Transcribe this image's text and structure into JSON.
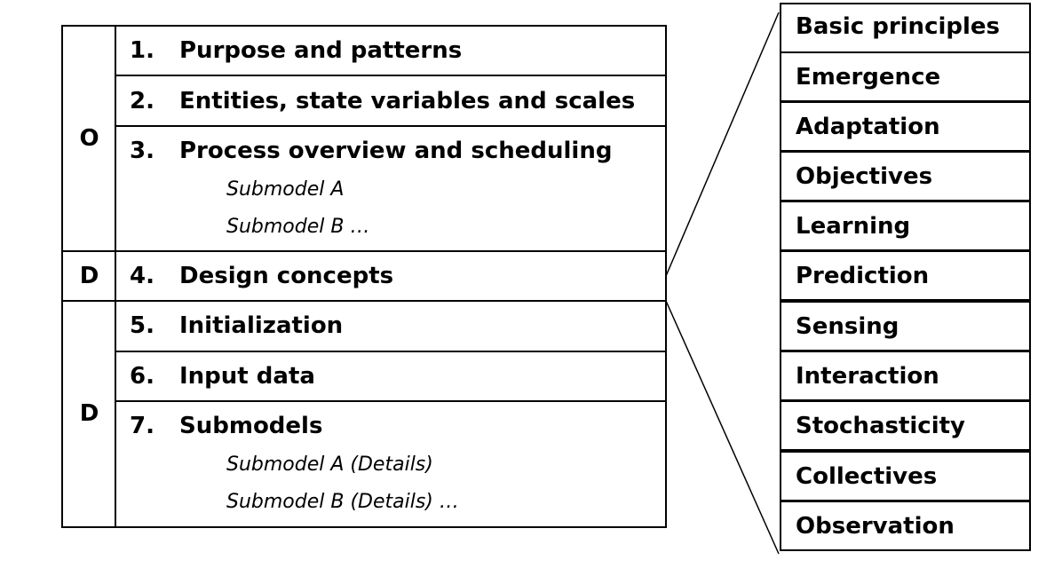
{
  "groups": [
    {
      "letter": "O"
    },
    {
      "letter": "D"
    },
    {
      "letter": "D"
    }
  ],
  "elements": [
    {
      "number": "1.",
      "title": "Purpose and patterns"
    },
    {
      "number": "2.",
      "title": "Entities, state variables and scales"
    },
    {
      "number": "3.",
      "title": "Process overview and scheduling",
      "subitems": [
        "Submodel A",
        "Submodel B  …"
      ]
    },
    {
      "number": "4.",
      "title": "Design concepts"
    },
    {
      "number": "5.",
      "title": "Initialization"
    },
    {
      "number": "6.",
      "title": "Input data"
    },
    {
      "number": "7.",
      "title": "Submodels",
      "subitems": [
        "Submodel A (Details)",
        "Submodel B (Details) …"
      ]
    }
  ],
  "design_concepts": [
    "Basic principles",
    "Emergence",
    "Adaptation",
    "Objectives",
    "Learning",
    "Prediction",
    "Sensing",
    "Interaction",
    "Stochasticity",
    "Collectives",
    "Observation"
  ]
}
